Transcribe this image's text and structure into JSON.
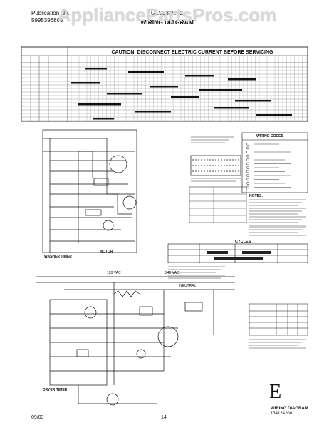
{
  "watermark": "AppliancePartsPros.com",
  "header": {
    "publication_label": "Publication No.",
    "publication_number": "5995396805",
    "model": "GLS331RS2"
  },
  "diagram_title": "WIRING DIAGRAM",
  "caution": "CAUTION: DISCONNECT ELECTRIC CURRENT BEFORE SERVICING",
  "labels": {
    "washer_timer": "WASHER TIMER",
    "dryer_timer": "DRYER TIMER",
    "motor": "MOTOR",
    "cycles": "CYCLES",
    "wiring_codes": "WIRING CODES",
    "vac_120": "120 VAC",
    "vac_240": "240 VAC",
    "neutral": "NEUTRAL",
    "notes": "NOTES:"
  },
  "stamp": {
    "letter": "E",
    "line1": "WIRING DIAGRAM",
    "line2": "134124200"
  },
  "footer": {
    "date": "09/03",
    "page": "14"
  }
}
